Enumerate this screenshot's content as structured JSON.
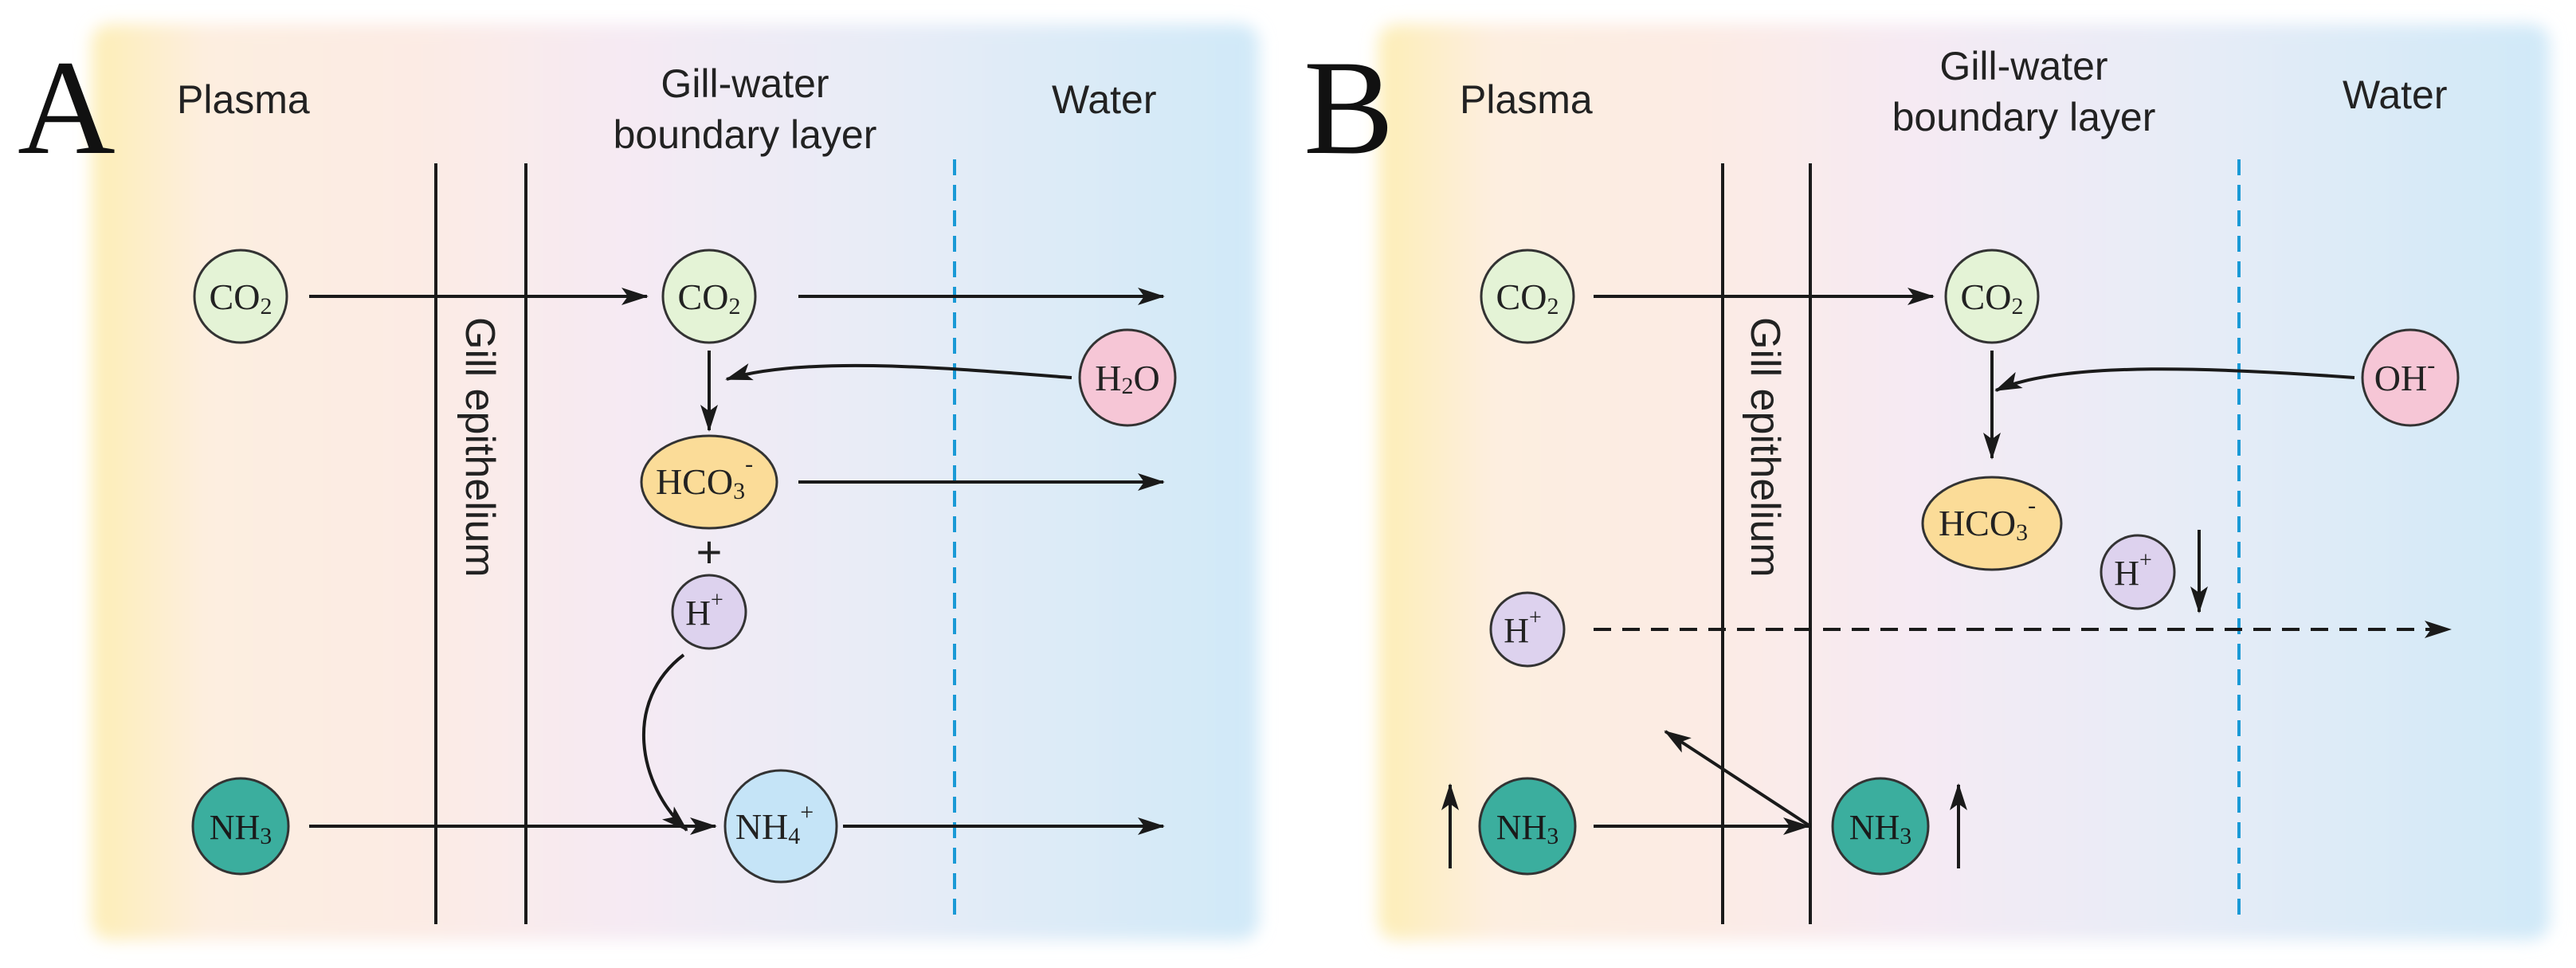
{
  "panel_a": {
    "letter": "A",
    "zones": {
      "plasma": "Plasma",
      "boundary_line1": "Gill-water",
      "boundary_line2": "boundary layer",
      "water": "Water"
    },
    "epithelium_label": "Gill epithelium",
    "molecules": {
      "co2_plasma": {
        "base": "CO",
        "sub": "2"
      },
      "co2_boundary": {
        "base": "CO",
        "sub": "2"
      },
      "h2o": {
        "base1": "H",
        "sub": "2",
        "base2": "O"
      },
      "hco3": {
        "base": "HCO",
        "sub": "3",
        "sup": "-"
      },
      "plus": "+",
      "h_plus": {
        "base": "H",
        "sup": "+"
      },
      "nh3_plasma": {
        "base": "NH",
        "sub": "3"
      },
      "nh4": {
        "base": "NH",
        "sub": "4",
        "sup": "+"
      }
    }
  },
  "panel_b": {
    "letter": "B",
    "zones": {
      "plasma": "Plasma",
      "boundary_line1": "Gill-water",
      "boundary_line2": "boundary layer",
      "water": "Water"
    },
    "epithelium_label": "Gill epithelium",
    "molecules": {
      "co2_plasma": {
        "base": "CO",
        "sub": "2"
      },
      "co2_boundary": {
        "base": "CO",
        "sub": "2"
      },
      "oh": {
        "base": "OH",
        "sup": "-"
      },
      "hco3": {
        "base": "HCO",
        "sub": "3",
        "sup": "-"
      },
      "h_plus_boundary": {
        "base": "H",
        "sup": "+"
      },
      "h_plus_plasma": {
        "base": "H",
        "sup": "+"
      },
      "nh3_plasma": {
        "base": "NH",
        "sub": "3"
      },
      "nh3_boundary": {
        "base": "NH",
        "sub": "3"
      }
    }
  },
  "colors": {
    "plasma_yellow": "#fdeeb6",
    "plasma_peach": "#fdebe2",
    "boundary_pink": "#f7eaf2",
    "boundary_lavender": "#e8ecf6",
    "water_blue": "#d2eaf8",
    "co2_fill": "#e4f3d6",
    "h2o_fill": "#f6c6d6",
    "hco3_fill": "#fbdc98",
    "h_fill": "#ddd2ee",
    "nh3_fill": "#3bae9e",
    "nh4_fill": "#c5e4f7",
    "oh_fill": "#f6c6d6",
    "dashed_blue": "#1a9ad6",
    "line_black": "#1a1a1a"
  }
}
